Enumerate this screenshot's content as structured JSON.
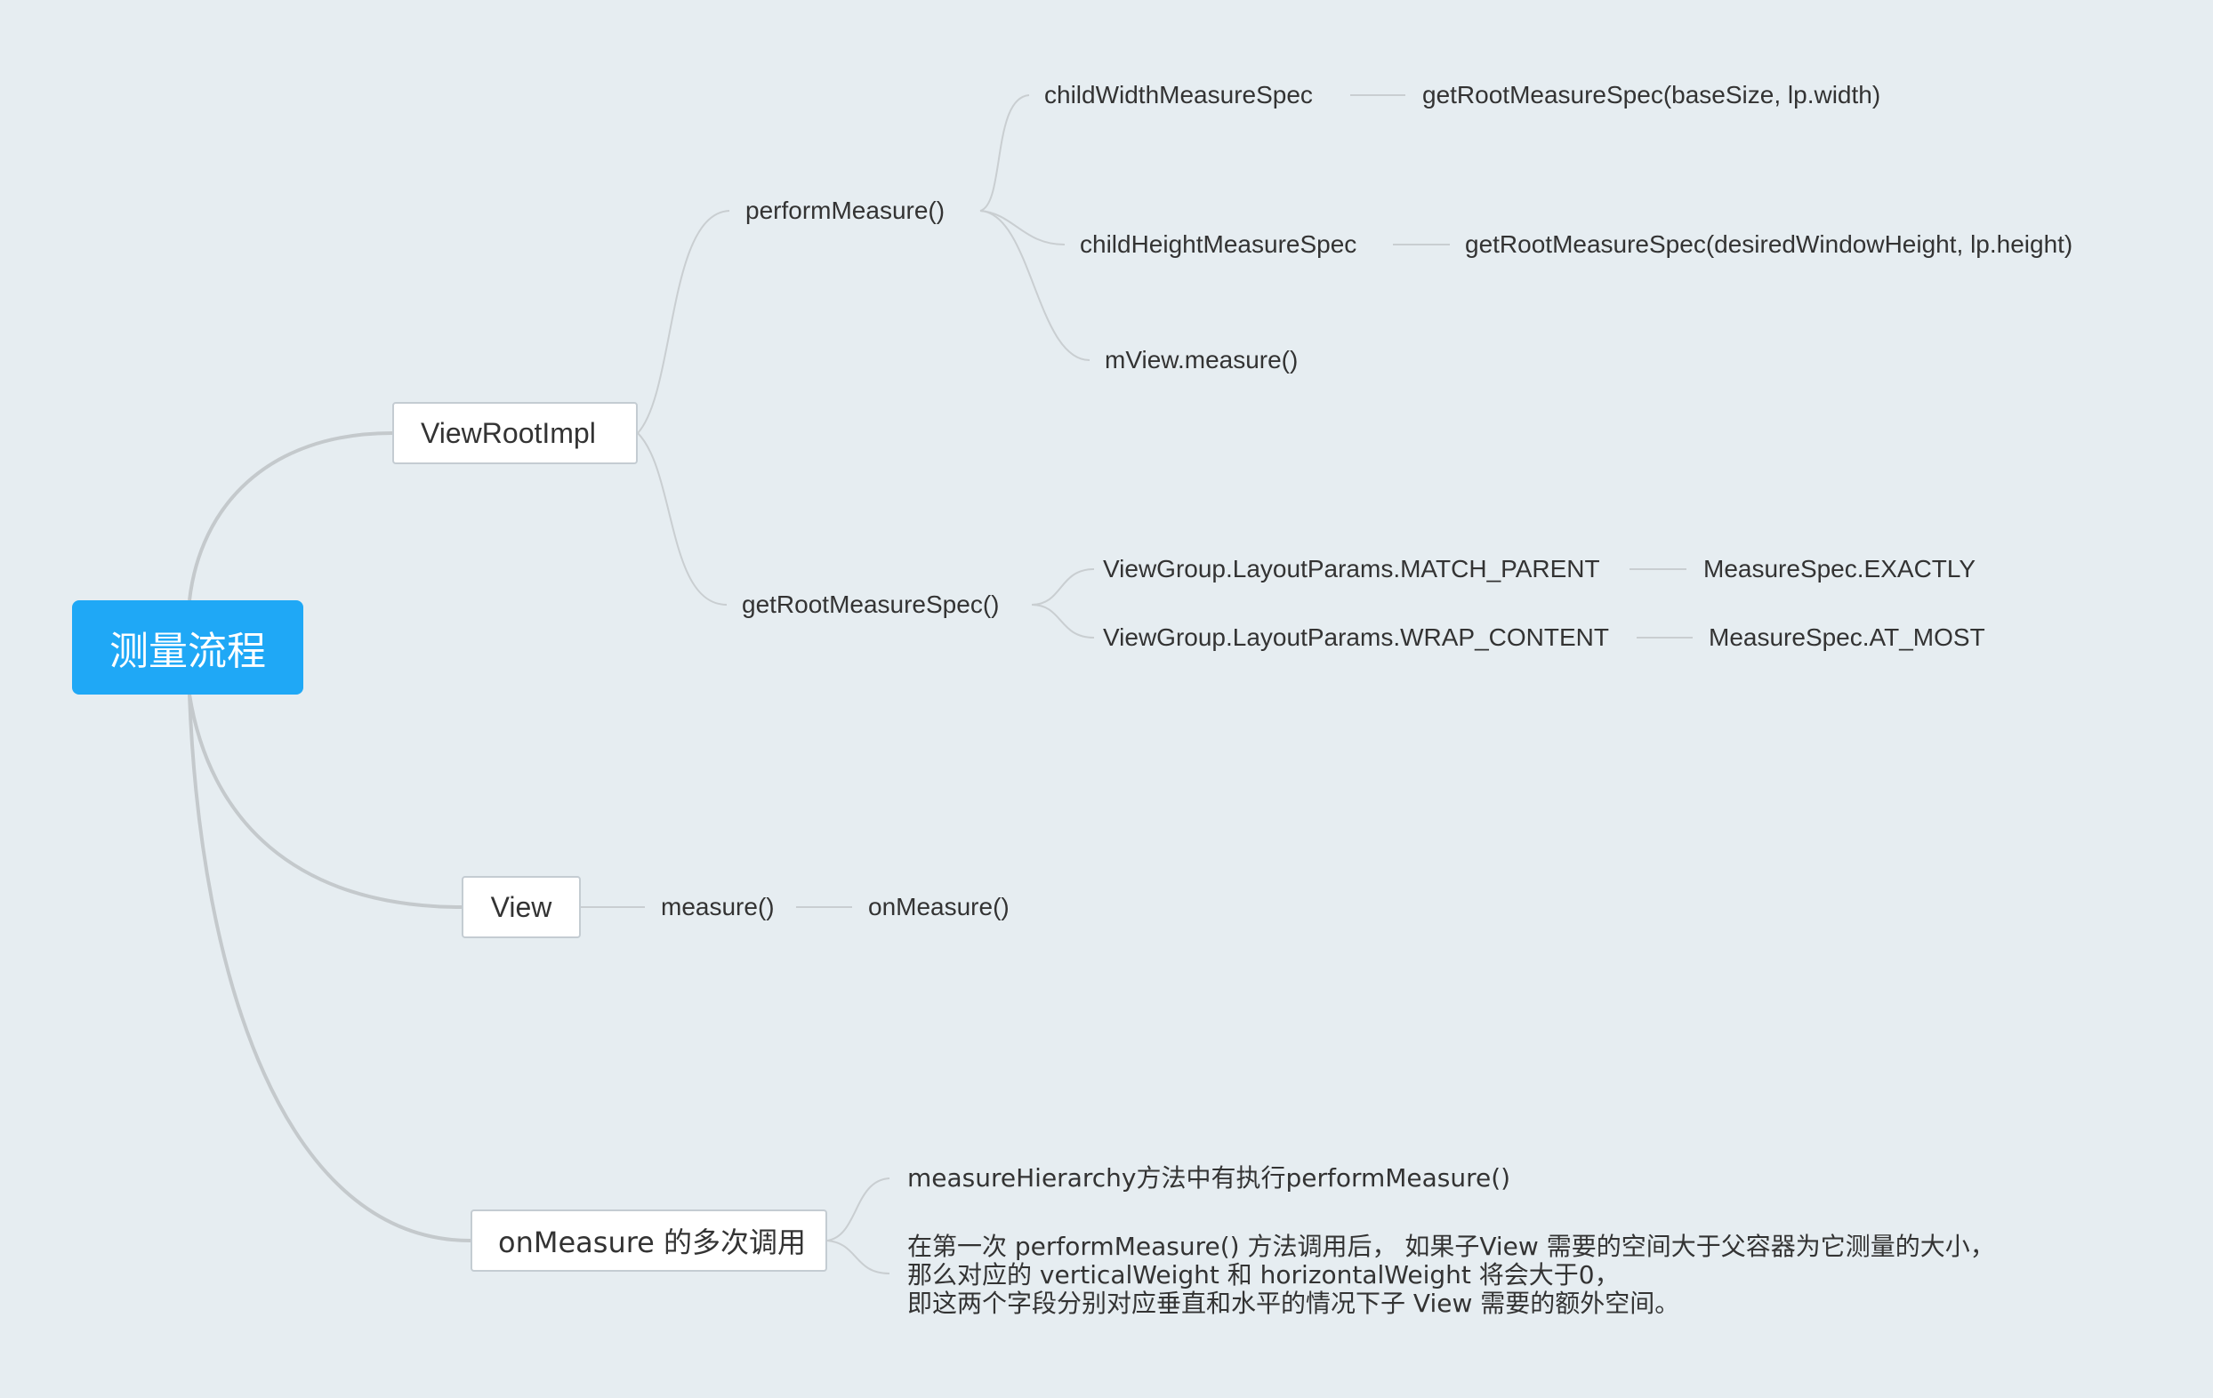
{
  "diagram": {
    "root": {
      "label": "测量流程"
    },
    "viewRootImpl": {
      "label": "ViewRootImpl",
      "performMeasure": {
        "label": "performMeasure()",
        "childWidth": {
          "label": "childWidthMeasureSpec",
          "value": "getRootMeasureSpec(baseSize, lp.width)"
        },
        "childHeight": {
          "label": "childHeightMeasureSpec",
          "value": "getRootMeasureSpec(desiredWindowHeight, lp.height)"
        },
        "mViewMeasure": {
          "label": "mView.measure()"
        }
      },
      "getRootMeasureSpec": {
        "label": "getRootMeasureSpec()",
        "matchParent": {
          "label": "ViewGroup.LayoutParams.MATCH_PARENT",
          "value": "MeasureSpec.EXACTLY"
        },
        "wrapContent": {
          "label": "ViewGroup.LayoutParams.WRAP_CONTENT",
          "value": "MeasureSpec.AT_MOST"
        }
      }
    },
    "view": {
      "label": "View",
      "measure": "measure()",
      "onMeasure": "onMeasure()"
    },
    "multiCall": {
      "label": "onMeasure 的多次调用",
      "note1": "measureHierarchy方法中有执行performMeasure()",
      "note2": [
        "在第一次 performMeasure() 方法调用后， 如果子View 需要的空间大于父容器为它测量的大小，",
        "那么对应的 verticalWeight 和 horizontalWeight 将会大于0，",
        "即这两个字段分别对应垂直和水平的情况下子 View 需要的额外空间。"
      ]
    }
  },
  "colors": {
    "background": "#e6edf1",
    "root": "#1fa8f6",
    "mainLink": "#c4c9cc",
    "subLink": "#c9ced1",
    "text": "#333333"
  }
}
